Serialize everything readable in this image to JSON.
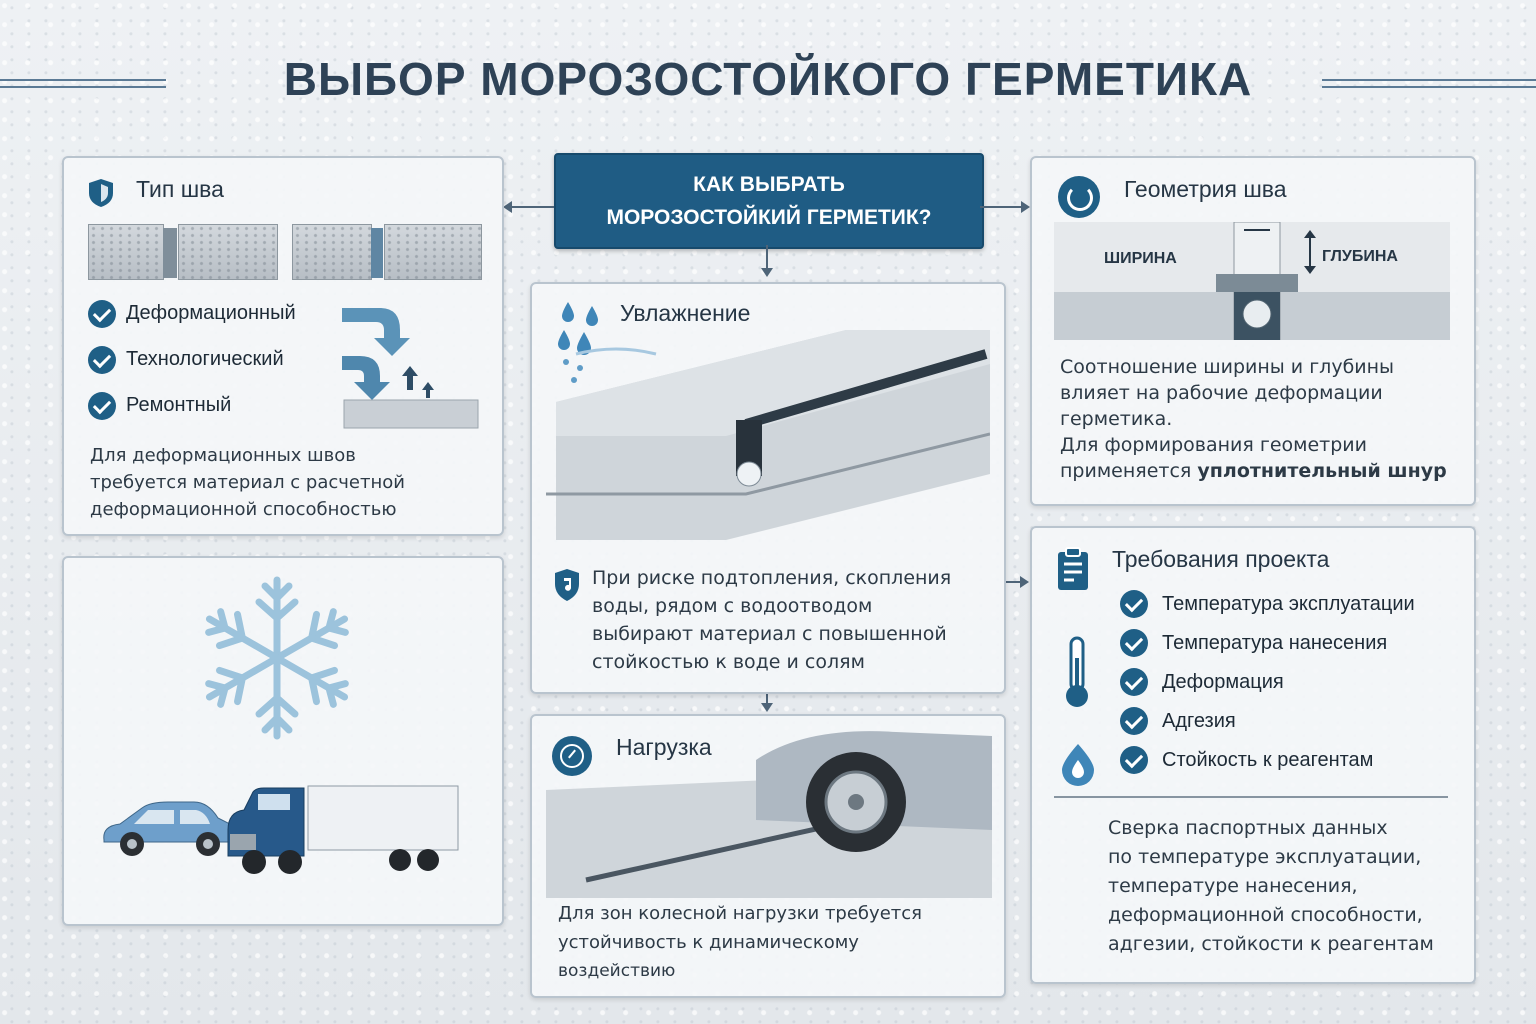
{
  "title": "ВЫБОР МОРОЗОСТОЙКОГО ГЕРМЕТИКА",
  "center": {
    "line1": "КАК ВЫБРАТЬ",
    "line2": "МОРОЗОСТОЙКИЙ ГЕРМЕТИК?"
  },
  "joint_type": {
    "heading": "Тип шва",
    "items": [
      "Деформационный",
      "Технологический",
      "Ремонтный"
    ],
    "text": [
      "Для деформационных швов",
      "требуется материал с расчетной",
      "деформационной способностью"
    ]
  },
  "moisture": {
    "heading": "Увлажнение",
    "text": [
      "При риске подтопления, скопления",
      "воды, рядом с водоотводом",
      "выбирают материал с повышенной",
      "стойкостью к воде и солям"
    ]
  },
  "load": {
    "heading": "Нагрузка",
    "text": [
      "Для зон колесной нагрузки требуется",
      "устойчивость к динамическому",
      "воздействию"
    ]
  },
  "geometry": {
    "heading": "Геометрия шва",
    "width_label": "ШИРИНА",
    "depth_label": "ГЛУБИНА",
    "text": [
      "Соотношение ширины и глубины",
      "влияет на рабочие деформации",
      "герметика.",
      "Для формирования геометрии"
    ],
    "last_line_prefix": "применяется ",
    "last_line_bold": "уплотнительный шнур"
  },
  "requirements": {
    "heading": "Требования проекта",
    "items": [
      "Температура эксплуатации",
      "Температура нанесения",
      "Деформация",
      "Адгезия",
      "Стойкость к реагентам"
    ],
    "text": [
      "Сверка паспортных данных",
      "по температуре эксплуатации,",
      "температуре нанесения,",
      "деформационной способности,",
      "адгезии, стойкости к реагентам"
    ]
  },
  "colors": {
    "accent": "#1f5c84",
    "title": "#2e4256",
    "panel_border": "#b9c4ce"
  },
  "icons": [
    "shield-icon",
    "water-drops-icon",
    "gauge-icon",
    "cycle-icon",
    "clipboard-icon",
    "thermometer-icon",
    "drop-icon",
    "snowflake-icon"
  ]
}
